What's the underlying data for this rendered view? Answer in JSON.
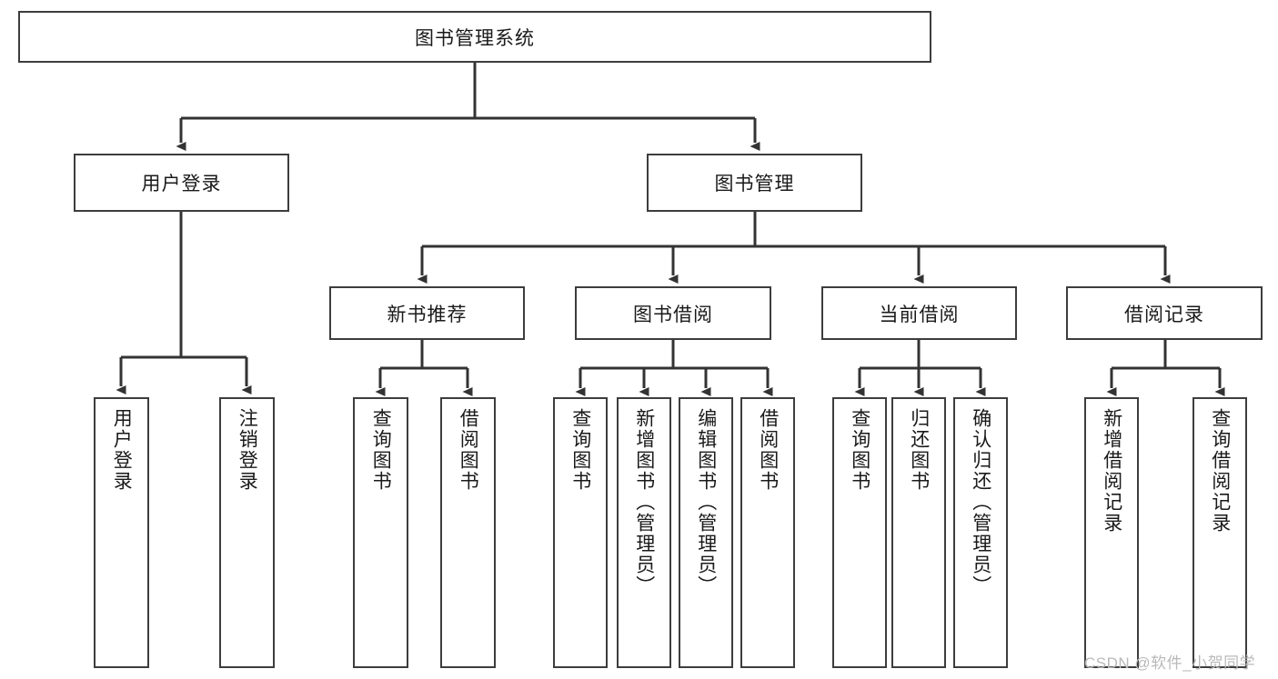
{
  "diagram": {
    "type": "tree-hierarchy",
    "orientation": "top-down",
    "root": {
      "id": "root",
      "label": "图书管理系统",
      "text_direction": "horizontal"
    },
    "level2": [
      {
        "id": "user-login",
        "label": "用户登录",
        "text_direction": "horizontal"
      },
      {
        "id": "book-manage",
        "label": "图书管理",
        "text_direction": "horizontal"
      }
    ],
    "level3": [
      {
        "id": "new-book-recommend",
        "label": "新书推荐",
        "parent": "book-manage",
        "text_direction": "horizontal"
      },
      {
        "id": "book-borrow",
        "label": "图书借阅",
        "parent": "book-manage",
        "text_direction": "horizontal"
      },
      {
        "id": "current-borrow",
        "label": "当前借阅",
        "parent": "book-manage",
        "text_direction": "horizontal"
      },
      {
        "id": "borrow-record",
        "label": "借阅记录",
        "parent": "book-manage",
        "text_direction": "horizontal"
      }
    ],
    "leaves": [
      {
        "id": "leaf-user-login",
        "label": "用户登录",
        "parent": "user-login",
        "text_direction": "vertical"
      },
      {
        "id": "leaf-user-logout",
        "label": "注销登录",
        "parent": "user-login",
        "text_direction": "vertical"
      },
      {
        "id": "leaf-rec-query-book",
        "label": "查询图书",
        "parent": "new-book-recommend",
        "text_direction": "vertical"
      },
      {
        "id": "leaf-rec-borrow-book",
        "label": "借阅图书",
        "parent": "new-book-recommend",
        "text_direction": "vertical"
      },
      {
        "id": "leaf-borrow-query-book",
        "label": "查询图书",
        "parent": "book-borrow",
        "text_direction": "vertical"
      },
      {
        "id": "leaf-borrow-add-book",
        "label": "新增图书（管理员）",
        "parent": "book-borrow",
        "text_direction": "vertical"
      },
      {
        "id": "leaf-borrow-edit-book",
        "label": "编辑图书（管理员）",
        "parent": "book-borrow",
        "text_direction": "vertical"
      },
      {
        "id": "leaf-borrow-lend-book",
        "label": "借阅图书",
        "parent": "book-borrow",
        "text_direction": "vertical"
      },
      {
        "id": "leaf-current-query-book",
        "label": "查询图书",
        "parent": "current-borrow",
        "text_direction": "vertical"
      },
      {
        "id": "leaf-current-return-book",
        "label": "归还图书",
        "parent": "current-borrow",
        "text_direction": "vertical"
      },
      {
        "id": "leaf-current-confirm-return",
        "label": "确认归还（管理员）",
        "parent": "current-borrow",
        "text_direction": "vertical"
      },
      {
        "id": "leaf-record-add",
        "label": "新增借阅记录",
        "parent": "borrow-record",
        "text_direction": "vertical"
      },
      {
        "id": "leaf-record-query",
        "label": "查询借阅记录",
        "parent": "borrow-record",
        "text_direction": "vertical"
      }
    ],
    "colors": {
      "border": "#3d3d3d",
      "connector": "#333333",
      "background": "#ffffff",
      "text": "#1a1a1a",
      "watermark": "#b9b9b9"
    }
  },
  "watermark": {
    "text": "CSDN @软件_小贺同学"
  }
}
